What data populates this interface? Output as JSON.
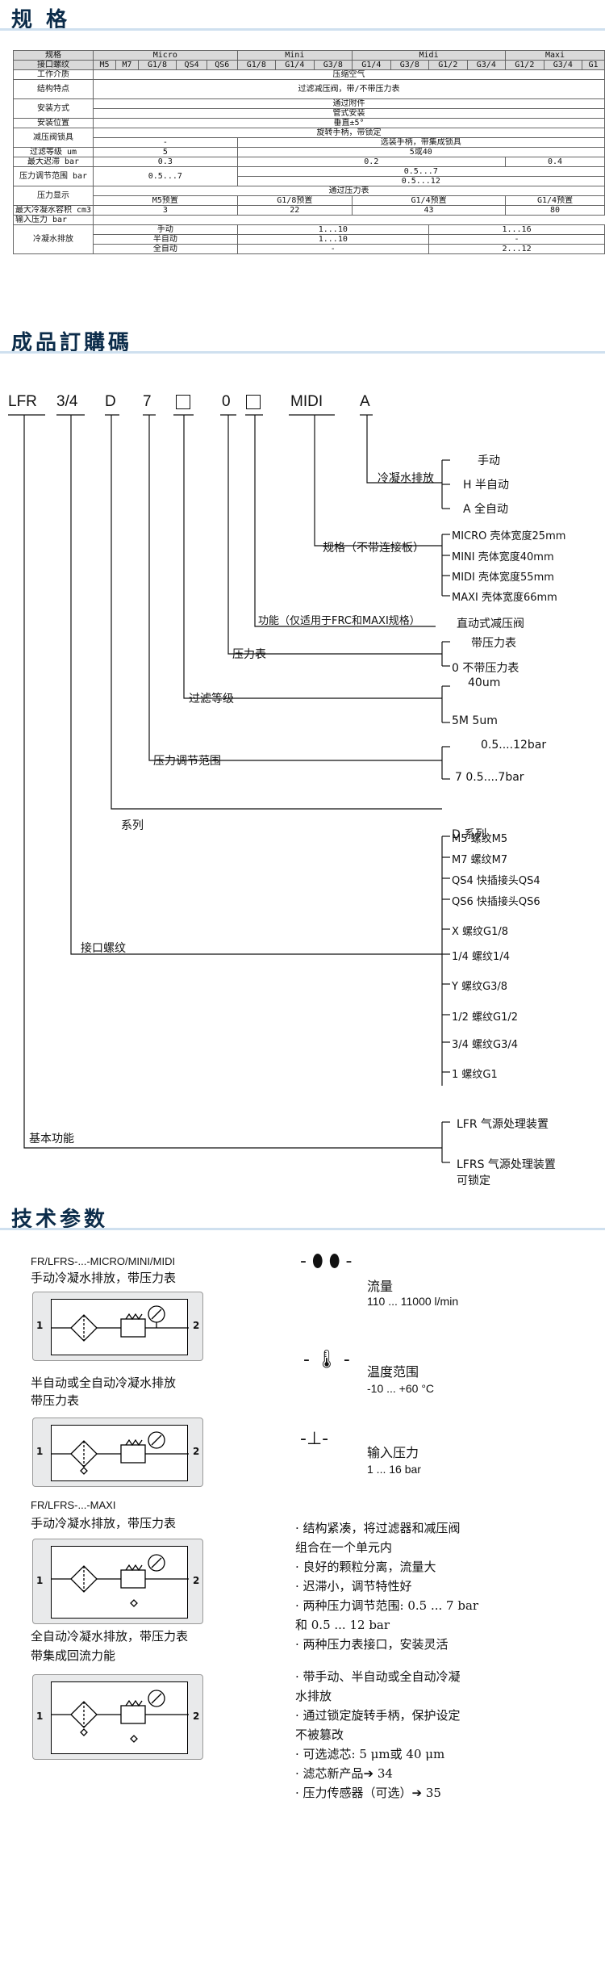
{
  "sections": {
    "spec": "规 格",
    "order": "成品訂購碼",
    "tech": "技术参数"
  },
  "spec_table": {
    "header_labels": [
      "规格",
      "接口螺纹"
    ],
    "series": [
      "Micro",
      "Mini",
      "Midi",
      "Maxi"
    ],
    "threads": [
      "M5",
      "M7",
      "G1/8",
      "QS4",
      "QS6",
      "G1/8",
      "G1/4",
      "G3/8",
      "G1/4",
      "G3/8",
      "G1/2",
      "G3/4",
      "G1/2",
      "G3/4",
      "G1"
    ],
    "rows": [
      {
        "label": "工作介质",
        "value": "压缩空气"
      },
      {
        "label": "结构特点",
        "value": "过滤减压阀，带/不带压力表"
      },
      {
        "label": "安装方式",
        "values": [
          "通过附件",
          "管式安装"
        ]
      },
      {
        "label": "安装位置",
        "value": "垂直±5°"
      },
      {
        "label": "减压阀锁具",
        "values": [
          "旋转手柄，带锁定",
          "-",
          "选装手柄，带集成锁具"
        ]
      },
      {
        "label": "过滤等级 um",
        "values": [
          "5",
          "5或40"
        ]
      },
      {
        "label": "最大迟滞 bar",
        "values": [
          "0.3",
          "0.2",
          "0.4"
        ]
      },
      {
        "label": "压力调节范围 bar",
        "values": [
          "0.5...7",
          "0.5...7",
          "0.5...12"
        ]
      },
      {
        "label": "压力显示",
        "values": [
          "通过压力表",
          "M5预置",
          "G1/8预置",
          "G1/4预置",
          "G1/4预置"
        ]
      },
      {
        "label": "最大冷凝水容积 cm3",
        "values": [
          "3",
          "22",
          "43",
          "80"
        ]
      },
      {
        "label": "输入压力 bar",
        "value": ""
      },
      {
        "label": "冷凝水排放",
        "sub": [
          {
            "label": "手动",
            "values": [
              "1...10",
              "1...16"
            ]
          },
          {
            "label": "半自动",
            "values": [
              "1...10",
              "-"
            ]
          },
          {
            "label": "全自动",
            "values": [
              "-",
              "2...12"
            ]
          }
        ]
      }
    ]
  },
  "order_code": {
    "parts": [
      "LFR",
      "3/4",
      "D",
      "7",
      "0",
      "MIDI",
      "A"
    ],
    "groups": [
      {
        "name": "冷凝水排放",
        "options": [
          "手动",
          "H 半自动",
          "A 全自动"
        ]
      },
      {
        "name": "规格（不带连接板）",
        "options": [
          "MICRO 壳体宽度25mm",
          "MINI  壳体宽度40mm",
          "MIDI  壳体宽度55mm",
          "MAXI  壳体宽度66mm"
        ]
      },
      {
        "name": "功能（仅适用于FRC和MAXI规格）",
        "options": [
          "直动式减压阀"
        ]
      },
      {
        "name": "压力表",
        "options": [
          "带压力表",
          "0 不带压力表"
        ]
      },
      {
        "name": "过滤等级",
        "options": [
          "40um",
          "5M 5um"
        ]
      },
      {
        "name": "压力调节范围",
        "options": [
          "0.5....12bar",
          "7  0.5....7bar"
        ]
      },
      {
        "name": "系列",
        "options": [
          "D 系列"
        ]
      },
      {
        "name": "接口螺纹",
        "options": [
          "M5  螺纹M5",
          "M7  螺纹M7",
          "QS4 快插接头QS4",
          "QS6 快插接头QS6",
          "X   螺纹G1/8",
          "1/4  螺纹1/4",
          "Y    螺纹G3/8",
          "1/2  螺纹G1/2",
          "3/4  螺纹G3/4",
          "1    螺纹G1"
        ]
      },
      {
        "name": "基本功能",
        "options": [
          "LFR  气源处理装置",
          "LFRS 气源处理装置",
          "可锁定"
        ]
      }
    ]
  },
  "tech": {
    "captions": [
      [
        "FR/LFRS-...-MICRO/MINI/MIDI",
        "手动冷凝水排放，带压力表"
      ],
      [
        "半自动或全自动冷凝水排放",
        "带压力表"
      ],
      [
        "FR/LFRS-...-MAXI",
        "手动冷凝水排放，带压力表"
      ],
      [
        "全自动冷凝水排放，带压力表",
        "带集成回流力能"
      ]
    ],
    "port_in": "1",
    "port_out": "2",
    "params": [
      {
        "icon": "flow-icon",
        "title": "流量",
        "value": "110 ... 11000 l/min"
      },
      {
        "icon": "temperature-icon",
        "title": "温度范围",
        "value": "-10 ... +60 °C"
      },
      {
        "icon": "pressure-icon",
        "title": "输入压力",
        "value": "1 ... 16 bar"
      }
    ],
    "features": [
      [
        "· 结构紧凑，将过滤器和减压阀",
        "  组合在一个单元内"
      ],
      [
        "· 良好的颗粒分离，流量大"
      ],
      [
        "· 迟滞小，调节特性好"
      ],
      [
        "· 两种压力调节范围: 0.5 ... 7 bar",
        "  和 0.5 ... 12 bar"
      ],
      [
        "· 两种压力表接口，安装灵活"
      ],
      [
        "· 带手动、半自动或全自动冷凝",
        "  水排放"
      ],
      [
        "· 通过锁定旋转手柄，保护设定",
        "  不被篡改"
      ],
      [
        "· 可选滤芯: 5 μm或 40 μm"
      ],
      [
        "· 滤芯新产品➔ 34"
      ],
      [
        "· 压力传感器（可选）➔ 35"
      ]
    ]
  }
}
